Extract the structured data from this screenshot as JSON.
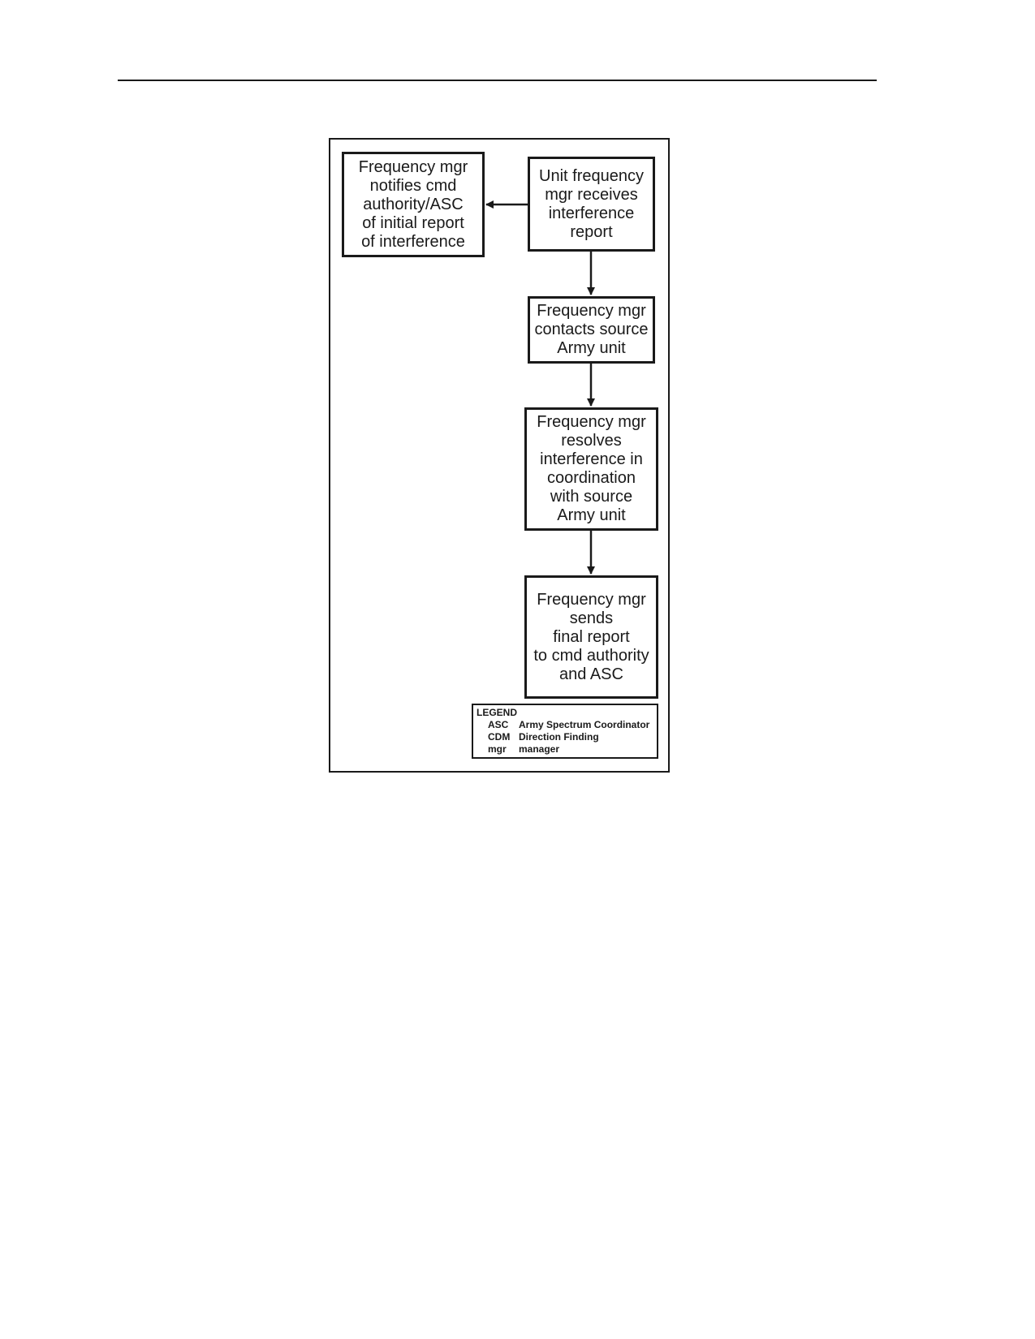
{
  "flowchart": {
    "boxes": {
      "notify": "Frequency mgr\nnotifies cmd\nauthority/ASC\nof initial report\nof interference",
      "receive": "Unit frequency\nmgr receives\ninterference\nreport",
      "contact": "Frequency mgr\ncontacts source\nArmy unit",
      "resolve": "Frequency mgr\nresolves\ninterference in\ncoordination\nwith source\nArmy unit",
      "final": "Frequency mgr\nsends\nfinal report\nto cmd authority\nand ASC"
    }
  },
  "legend": {
    "title": "LEGEND",
    "entries": [
      {
        "abbr": "ASC",
        "meaning": "Army Spectrum Coordinator"
      },
      {
        "abbr": "CDM",
        "meaning": "Direction Finding"
      },
      {
        "abbr": "mgr",
        "meaning": "manager"
      }
    ]
  },
  "colors": {
    "line": "#1a1a1a",
    "background": "#ffffff"
  }
}
